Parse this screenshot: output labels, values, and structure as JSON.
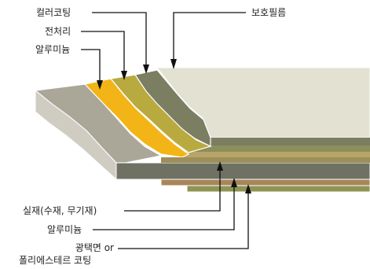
{
  "labels": {
    "color_coating": "컬러코팅",
    "pretreatment": "전처리",
    "aluminum_top": "알루미늄",
    "protective_film": "보호필름",
    "core_material": "실재(수재, 무기재)",
    "aluminum_bottom": "알루미늄",
    "back_coating_line1": "광택면 or",
    "back_coating_line2": "폴리에스테르 코팅"
  },
  "colors": {
    "protective_film": "#e3e1d2",
    "color_coating": "#7b7e61",
    "pretreatment": "#b9aa3f",
    "aluminum": "#f2b416",
    "core": "#6f7263",
    "core_side": "#aaa799",
    "bottom_aluminum": "#a98659",
    "back_coating": "#8e9453"
  }
}
